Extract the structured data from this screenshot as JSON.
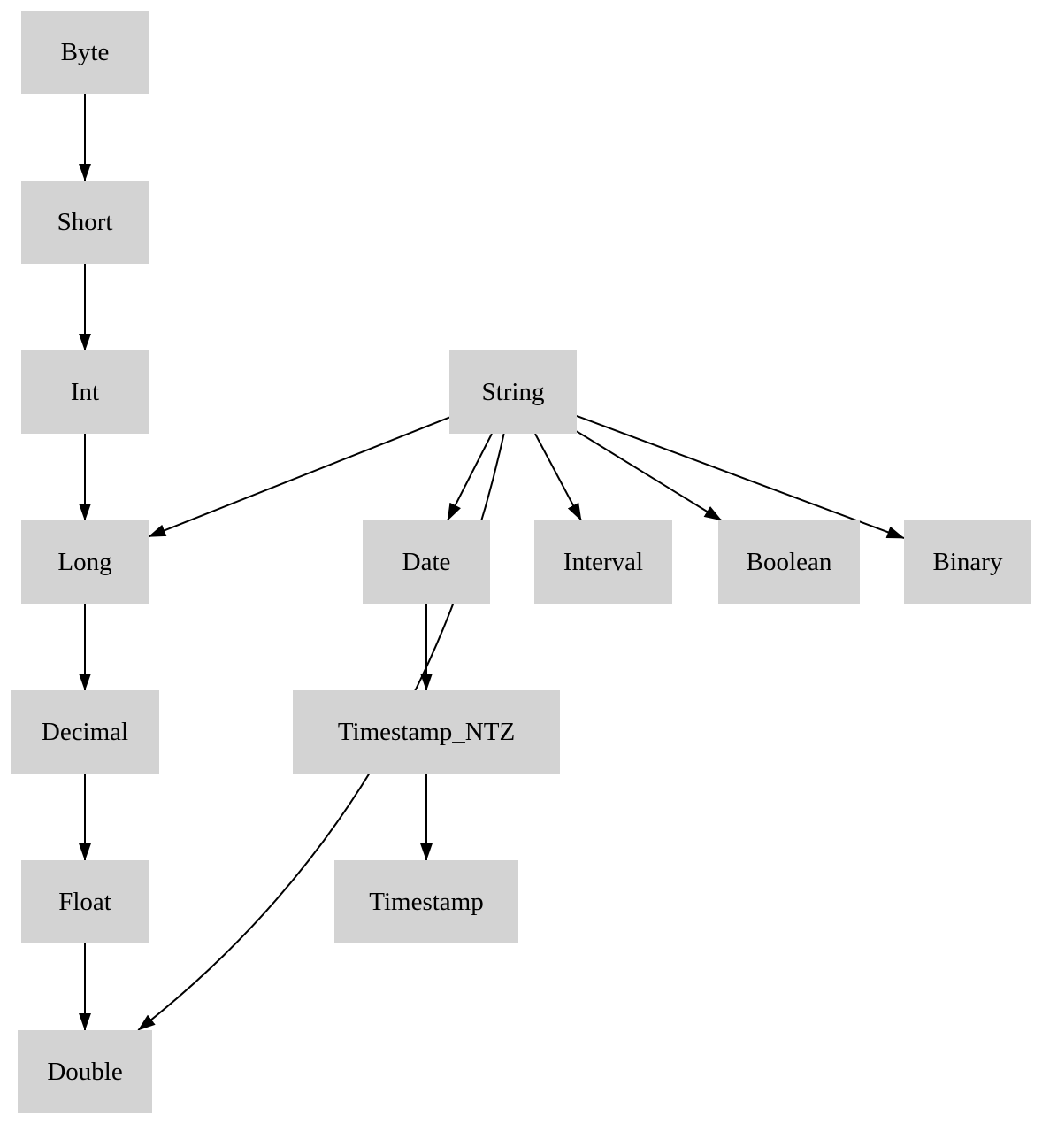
{
  "diagram": {
    "type": "directed-graph",
    "description": "Type coercion / precedence hierarchy diagram",
    "colors": {
      "node_fill": "#d3d3d3",
      "edge": "#000000",
      "text": "#000000",
      "background": "#ffffff"
    },
    "nodes": {
      "byte": {
        "label": "Byte"
      },
      "short": {
        "label": "Short"
      },
      "int": {
        "label": "Int"
      },
      "string": {
        "label": "String"
      },
      "long": {
        "label": "Long"
      },
      "date": {
        "label": "Date"
      },
      "interval": {
        "label": "Interval"
      },
      "boolean": {
        "label": "Boolean"
      },
      "binary": {
        "label": "Binary"
      },
      "decimal": {
        "label": "Decimal"
      },
      "timestamp_ntz": {
        "label": "Timestamp_NTZ"
      },
      "float": {
        "label": "Float"
      },
      "timestamp": {
        "label": "Timestamp"
      },
      "double": {
        "label": "Double"
      }
    },
    "edges": [
      {
        "from": "byte",
        "to": "short"
      },
      {
        "from": "short",
        "to": "int"
      },
      {
        "from": "int",
        "to": "long"
      },
      {
        "from": "long",
        "to": "decimal"
      },
      {
        "from": "decimal",
        "to": "float"
      },
      {
        "from": "float",
        "to": "double"
      },
      {
        "from": "string",
        "to": "long"
      },
      {
        "from": "string",
        "to": "date"
      },
      {
        "from": "string",
        "to": "interval"
      },
      {
        "from": "string",
        "to": "boolean"
      },
      {
        "from": "string",
        "to": "binary"
      },
      {
        "from": "string",
        "to": "double",
        "curve": 1
      },
      {
        "from": "date",
        "to": "timestamp_ntz"
      },
      {
        "from": "timestamp_ntz",
        "to": "timestamp"
      }
    ]
  }
}
